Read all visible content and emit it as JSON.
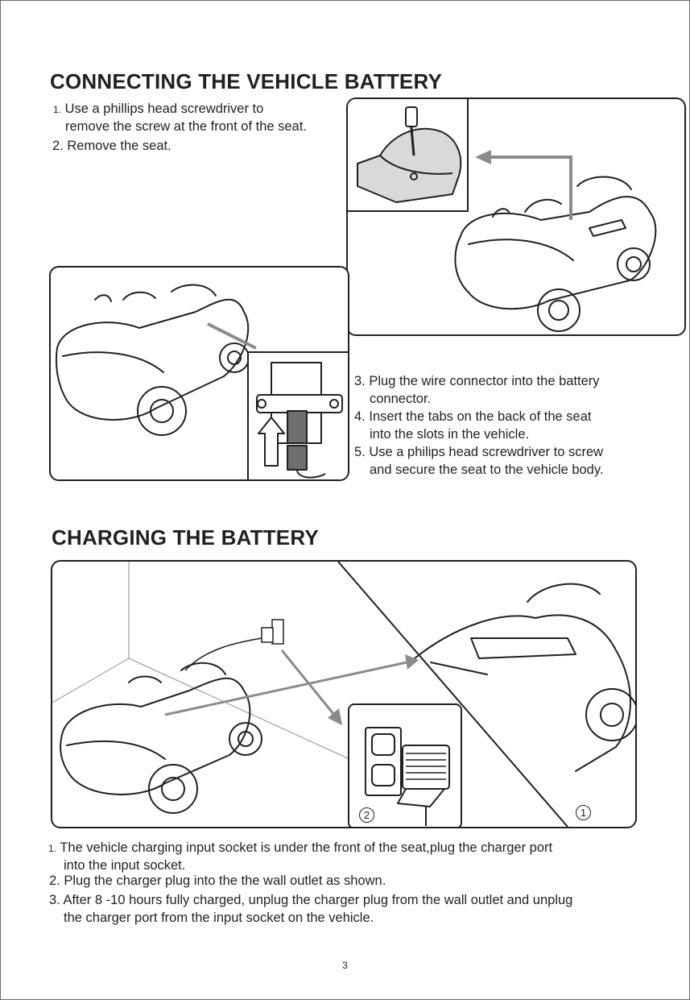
{
  "sections": {
    "connecting": {
      "heading": "CONNECTING THE VEHICLE BATTERY",
      "steps_top": [
        {
          "num": "1.",
          "line1": "Use a phillips head screwdriver to",
          "line2": "remove the screw at the front of the seat."
        },
        {
          "num": "2.",
          "line1": "Remove the seat."
        }
      ],
      "steps_right": [
        {
          "num": "3.",
          "line1": "Plug the wire connector into the battery",
          "line2": "connector."
        },
        {
          "num": "4.",
          "line1": "Insert the tabs on the back of the seat",
          "line2": "into the slots in the vehicle."
        },
        {
          "num": "5.",
          "line1": "Use a philips head screwdriver to screw",
          "line2": "and secure the seat to the vehicle body."
        }
      ]
    },
    "charging": {
      "heading": "CHARGING THE BATTERY",
      "callout_1": "1",
      "callout_2": "2",
      "steps": [
        {
          "num": "1.",
          "line1": "The vehicle charging input socket is under the front of the seat,plug the charger port",
          "line2": "into the input socket."
        },
        {
          "num": "2.",
          "line1": "Plug the charger plug into the the wall outlet as shown."
        },
        {
          "num": "3.",
          "line1": "After 8 -10 hours fully charged, unplug the charger plug from the wall outlet and unplug",
          "line2": "the charger port from the input socket on the vehicle."
        }
      ]
    }
  },
  "page_number": "3",
  "colors": {
    "ink": "#231f20",
    "arrow": "#8a8b8d",
    "border": "#6d6e70"
  }
}
